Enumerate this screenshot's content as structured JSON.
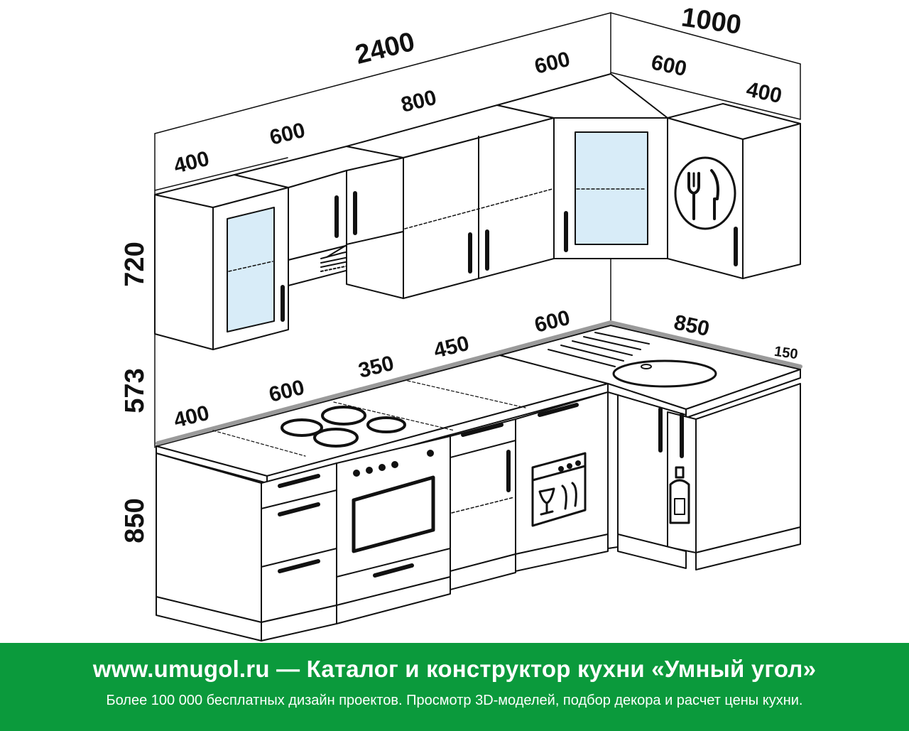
{
  "colors": {
    "footer_background": "#0b9a3c",
    "footer_text": "#ffffff",
    "line": "#111111",
    "glass": "#d8ecf8",
    "countertop_edge": "#9a9a9a"
  },
  "dimensions": {
    "total_left_run": "2400",
    "total_right_run": "1000",
    "upper_400_left": "400",
    "upper_600_hood": "600",
    "upper_800": "800",
    "upper_600_corner": "600",
    "upper_600_right": "600",
    "upper_400_right": "400",
    "height_upper": "720",
    "height_backsplash": "573",
    "height_lower": "850",
    "lower_400": "400",
    "lower_600": "600",
    "lower_350": "350",
    "lower_450": "450",
    "lower_600_corner": "600",
    "lower_850": "850",
    "lower_150": "150"
  },
  "icons": [
    "fork-knife-icon",
    "range-hood-icon",
    "cooktop-icon",
    "oven-icon",
    "dishwasher-icon",
    "bottle-icon",
    "sink-icon"
  ],
  "footer": {
    "title": "www.umugol.ru — Каталог и конструктор кухни «Умный угол»",
    "subtitle": "Более 100 000 бесплатных дизайн проектов. Просмотр 3D-моделей, подбор декора и расчет цены кухни."
  }
}
